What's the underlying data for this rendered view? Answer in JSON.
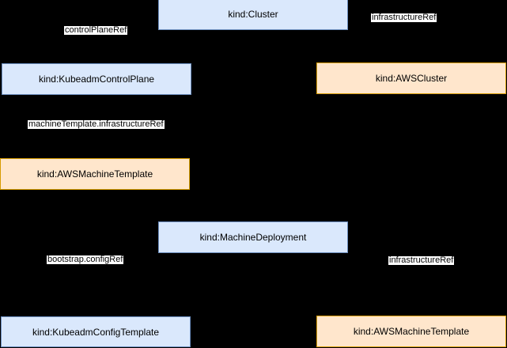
{
  "colors": {
    "background": "#000000",
    "node_blue_fill": "#dae8fc",
    "node_blue_border": "#6c8ebf",
    "node_orange_fill": "#ffe6cc",
    "node_orange_border": "#d79b00",
    "edge_label_background": "#ffffff",
    "text": "#000000"
  },
  "nodes": [
    {
      "label": "kind:Cluster",
      "color": "blue"
    },
    {
      "label": "kind:KubeadmControlPlane",
      "color": "blue"
    },
    {
      "label": "kind:AWSCluster",
      "color": "orange"
    },
    {
      "label": "kind:AWSMachineTemplate",
      "color": "orange"
    },
    {
      "label": "kind:MachineDeployment",
      "color": "blue"
    },
    {
      "label": "kind:KubeadmConfigTemplate",
      "color": "blue"
    },
    {
      "label": "kind:AWSMachineTemplate",
      "color": "orange"
    }
  ],
  "edge_labels": [
    {
      "text": "controlPlaneRef"
    },
    {
      "text": "infrastructureRef"
    },
    {
      "text": "machineTemplate.infrastructureRef"
    },
    {
      "text": "bootstrap.configRef"
    },
    {
      "text": "infrastructureRef"
    }
  ]
}
